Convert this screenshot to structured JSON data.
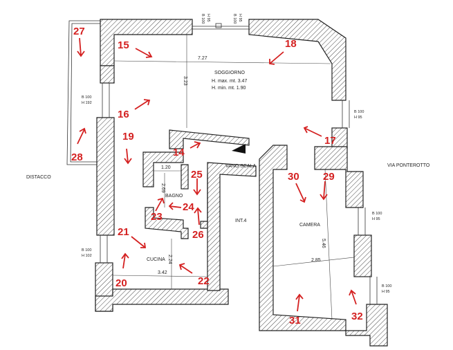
{
  "rooms": {
    "soggiorno": "SOGGIORNO",
    "h_max": "H. max. mt. 3.47",
    "h_min": "H. min. mt. 1.90",
    "vano_scala": "VANO SCALA",
    "bagno": "BAGNO",
    "cucina": "CUCINA",
    "camera": "CAMERA",
    "int": "INT.4"
  },
  "outside": {
    "distacco": "DISTACCO",
    "via": "VIA PONTEROTTO"
  },
  "dimensions": {
    "d727": "7.27",
    "d323": "3.23",
    "d120": "1.20",
    "d269": "2.69",
    "d224": "2.24",
    "d342": "3.42",
    "d285": "2.85",
    "d546": "5.46"
  },
  "windows": {
    "w_top_a": "B 100",
    "w_top_b": "H 95",
    "w_left_up_b": "B 100",
    "w_left_up_h": "H 192",
    "w_left_lo_b": "B 100",
    "w_left_lo_h": "H 102",
    "w_r1_b": "B 100",
    "w_r1_h": "H 95",
    "w_r2_b": "B 100",
    "w_r2_h": "H 95",
    "w_r3_b": "B 100",
    "w_r3_h": "H 95"
  },
  "markers": [
    "14",
    "15",
    "16",
    "17",
    "18",
    "19",
    "20",
    "21",
    "22",
    "23",
    "24",
    "25",
    "26",
    "27",
    "28",
    "29",
    "30",
    "31",
    "32"
  ]
}
